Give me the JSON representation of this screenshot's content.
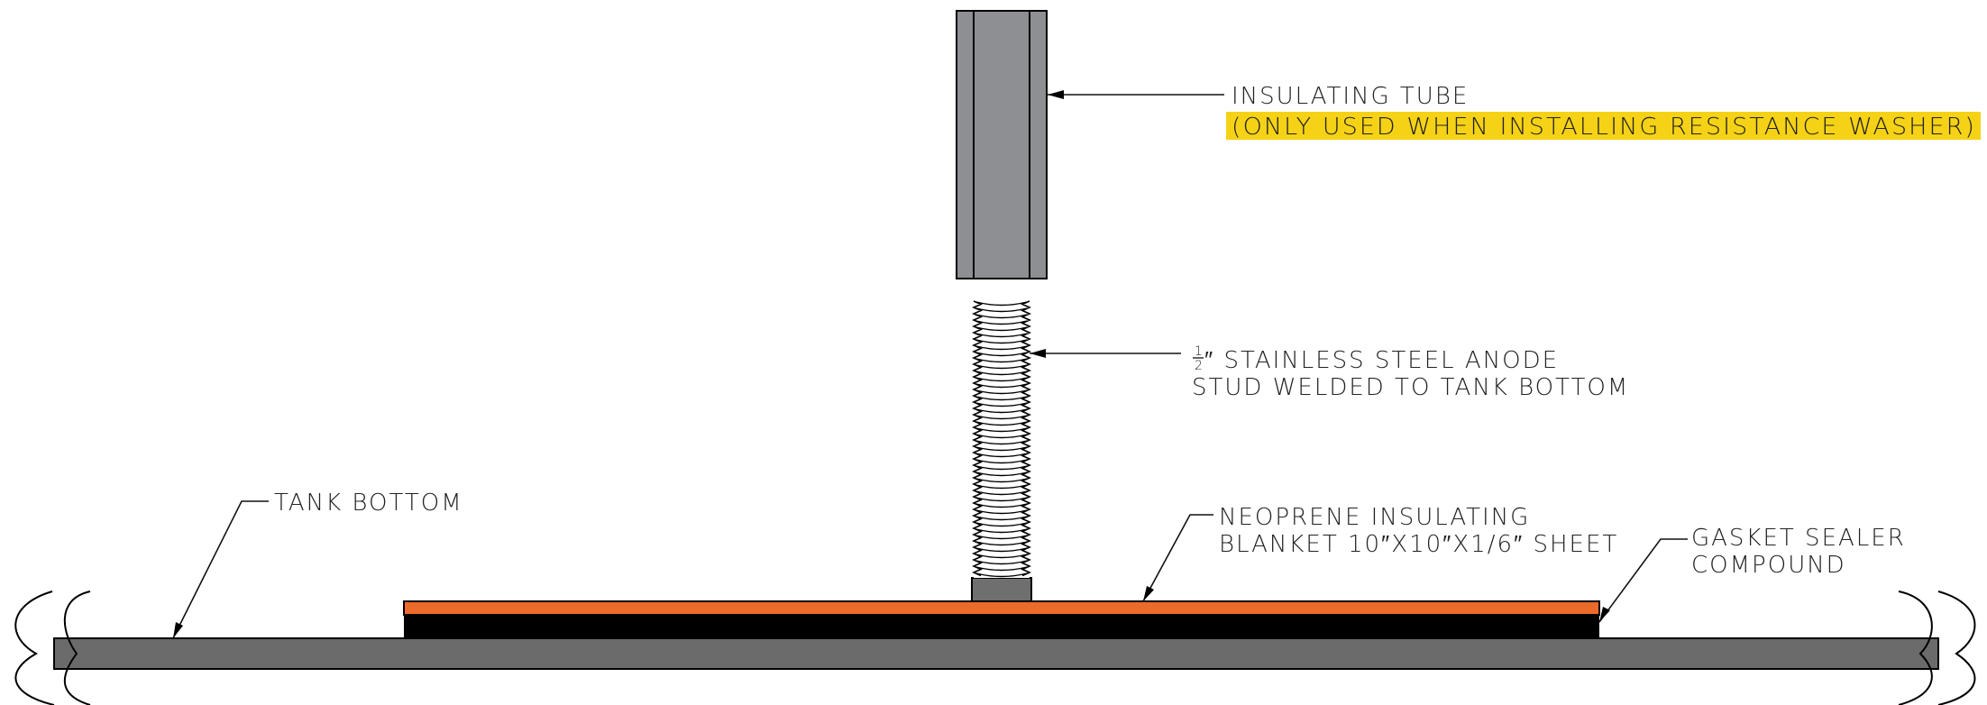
{
  "labels": {
    "insulating_tube": "INSULATING TUBE",
    "tube_note": "(ONLY USED WHEN INSTALLING RESISTANCE WASHER)",
    "stud_fraction_num": "1",
    "stud_fraction_den": "2",
    "stud_line1": "″ STAINLESS STEEL ANODE",
    "stud_line2": "STUD WELDED TO TANK BOTTOM",
    "tank_bottom": "TANK BOTTOM",
    "blanket_line1": "NEOPRENE INSULATING",
    "blanket_line2": "BLANKET 10″X10″X1/6″ SHEET",
    "gasket_line1": "GASKET SEALER",
    "gasket_line2": "COMPOUND"
  },
  "colors": {
    "tube_fill": "#8e8f93",
    "plate_fill": "#6b6b6b",
    "neoprene_fill": "#ec6a2a",
    "gasket_fill": "#000000",
    "highlight": "#f5d216",
    "stud_base": "#6f6f6f"
  }
}
